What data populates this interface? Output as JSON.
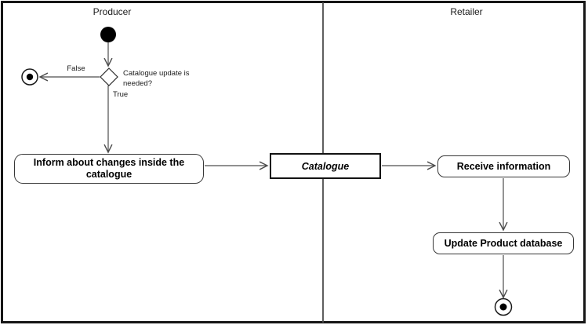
{
  "diagram": {
    "type": "uml-activity-diagram-with-swimlanes",
    "lanes": {
      "producer": "Producer",
      "retailer": "Retailer"
    },
    "start": {
      "node": "initial-node"
    },
    "decision": {
      "question": "Catalogue update is needed?",
      "true_label": "True",
      "false_label": "False"
    },
    "actions": {
      "inform": "Inform about changes inside the catalogue",
      "receive": "Receive information",
      "update": "Update Product database"
    },
    "object_node": {
      "label": "Catalogue"
    },
    "ends": {
      "false_branch": "final-node",
      "retailer_branch": "final-node"
    },
    "colors": {
      "line": "#4d4d4d",
      "node_border": "#373737",
      "frame_border": "#161616",
      "background": "#ffffff",
      "text": "#000000"
    }
  }
}
